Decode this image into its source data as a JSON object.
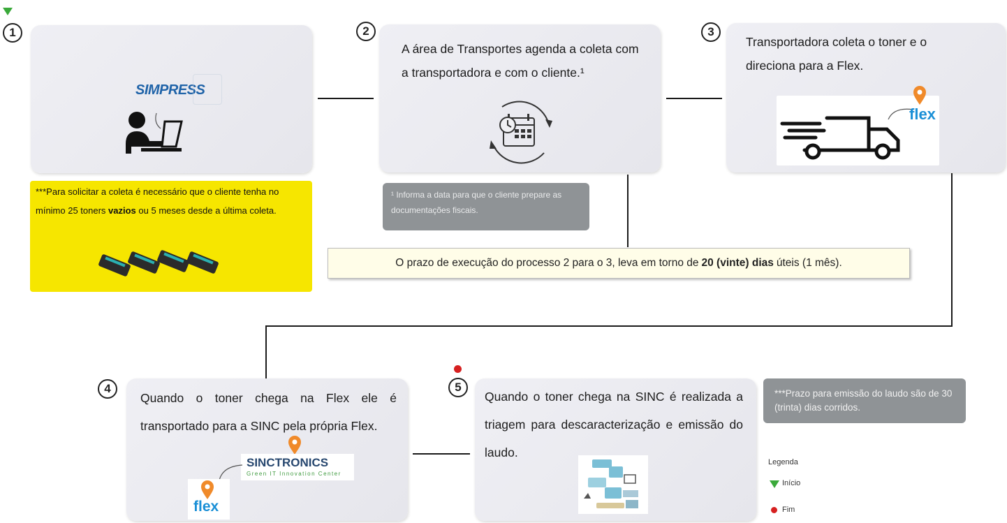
{
  "steps": [
    {
      "number": "1"
    },
    {
      "number": "2",
      "text": "A área de Transportes agenda a coleta com a transportadora e com o cliente.¹"
    },
    {
      "number": "3",
      "text": "Transportadora coleta o toner e o direciona para a Flex."
    },
    {
      "number": "4",
      "text": "Quando o toner chega na Flex ele é transportado para a SINC pela própria Flex."
    },
    {
      "number": "5",
      "text": "Quando o toner chega na SINC é realizada a triagem para descaracterização e emissão do laudo."
    }
  ],
  "logos": {
    "simpress": "SIMPRESS",
    "flex": "flex",
    "sinctronics": "SINCTRONICS",
    "sinctronics_tagline": "Green IT Innovation Center"
  },
  "notes": {
    "yellow_pre": "***Para solicitar a coleta é necessário que o cliente tenha no mínimo 25 toners ",
    "yellow_bold": "vazios",
    "yellow_post": " ou 5 meses desde a última coleta.",
    "footnote": "¹ Informa a data para que o cliente prepare as documentações fiscais.",
    "laudo": "***Prazo para emissão do laudo são de 30 (trinta) dias corridos."
  },
  "deadline": {
    "pre": "O prazo de execução do processo 2 para o 3, leva em torno de ",
    "bold": "20 (vinte) dias",
    "post": " úteis (1 mês)."
  },
  "legend": {
    "title": "Legenda",
    "start": "Início",
    "end": "Fim"
  },
  "colors": {
    "start_marker": "#3aa93a",
    "end_marker": "#d62020",
    "yellow_note": "#f6e600",
    "gray_note": "#8f9396",
    "flex_blue": "#1a8fd6",
    "pin_orange": "#f08a2a"
  }
}
